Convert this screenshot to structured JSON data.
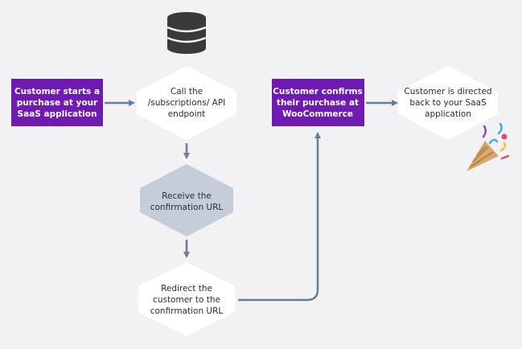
{
  "diagram": {
    "nodes": {
      "start": {
        "lines": [
          "Customer starts a",
          "purchase at your",
          "SaaS application"
        ]
      },
      "call_api": {
        "lines": [
          "Call the",
          "/subscriptions/ API",
          "endpoint"
        ]
      },
      "receive_url": {
        "lines": [
          "Receive the",
          "confirmation URL"
        ]
      },
      "redirect": {
        "lines": [
          "Redirect the",
          "customer to the",
          "confirmation URL"
        ]
      },
      "confirm": {
        "lines": [
          "Customer confirms",
          "their purchase at",
          "WooCommerce"
        ]
      },
      "directed_back": {
        "lines": [
          "Customer is directed",
          "back to your SaaS",
          "application"
        ]
      }
    },
    "icons": {
      "database": "database-icon",
      "celebration": "party-popper-icon"
    },
    "colors": {
      "background": "#f2f2f4",
      "purple": "#6f1ab1",
      "white_node": "#ffffff",
      "gray_node": "#c5ced8",
      "arrow": "#6d7d8c",
      "database": "#3a3a3a"
    }
  }
}
